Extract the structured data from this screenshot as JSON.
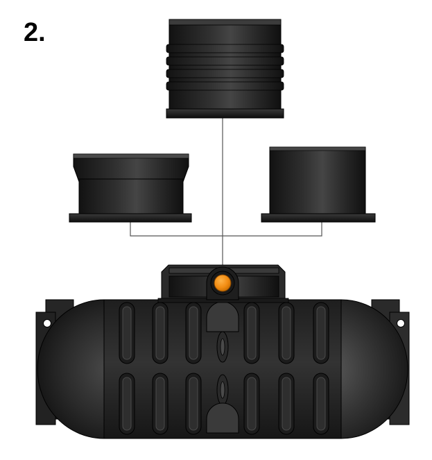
{
  "step": {
    "label": "2."
  },
  "colors": {
    "part_body": "#2b2b2b",
    "part_dark": "#141414",
    "part_highlight": "#4a4a4a",
    "outline": "#000000",
    "connector_line": "#555555",
    "indicator": "#f28c12",
    "background": "#ffffff"
  },
  "parts": [
    {
      "name": "corrugated-extension-shaft"
    },
    {
      "name": "tapered-adapter-collar"
    },
    {
      "name": "straight-adapter-collar"
    },
    {
      "name": "horizontal-tank"
    }
  ]
}
